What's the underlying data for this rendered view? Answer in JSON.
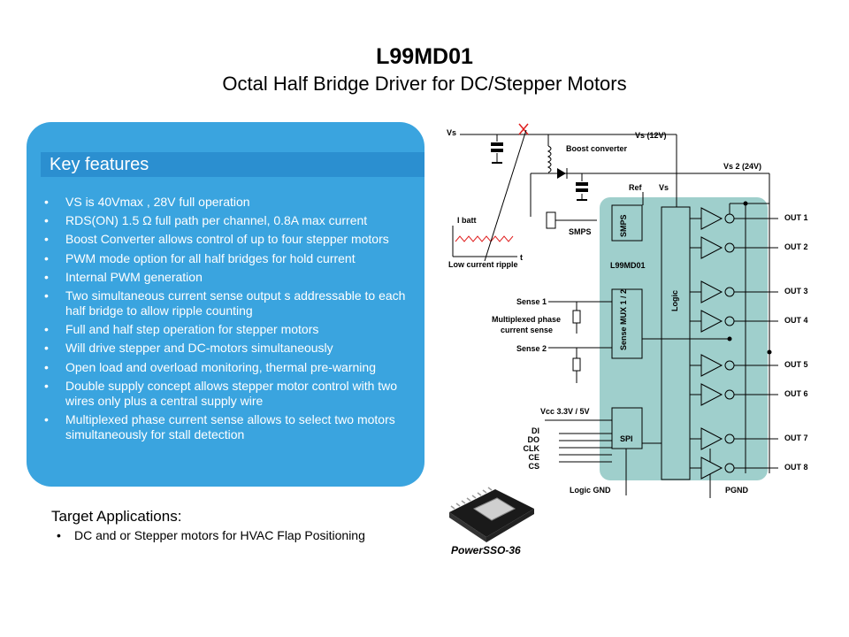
{
  "slide": {
    "title": "L99MD01",
    "subtitle": "Octal Half Bridge Driver for DC/Stepper Motors"
  },
  "features": {
    "header": "Key features",
    "items": [
      "VS is 40Vmax , 28V full operation",
      "RDS(ON) 1.5 Ω full path per channel, 0.8A max current",
      "Boost Converter allows control of up to four stepper motors",
      "PWM mode option for all half bridges for hold current",
      "Internal PWM generation",
      "Two simultaneous current sense output s addressable to each half bridge to allow ripple counting",
      "Full and half step operation for stepper motors",
      "Will drive stepper and DC-motors simultaneously",
      "Open load and overload monitoring, thermal pre-warning",
      "Double supply concept allows stepper motor control with two wires only plus a central supply wire",
      "Multiplexed  phase current sense allows to select two motors simultaneously for stall detection"
    ]
  },
  "applications": {
    "title": "Target Applications:",
    "items": [
      "DC and or Stepper motors for HVAC Flap Positioning"
    ]
  },
  "package": {
    "label": "PowerSSO-36"
  },
  "diagram": {
    "vs": "Vs",
    "vs12": "Vs (12V)",
    "vs24": "Vs 2 (24V)",
    "boost": "Boost converter",
    "ref": "Ref",
    "vs_pin": "Vs",
    "smps_ext": "SMPS",
    "smps_block": "SMPS",
    "chip": "L99MD01",
    "logic": "Logic",
    "sense_mux": "Sense MUX 1 / 2",
    "spi": "SPI",
    "ibatt": "I batt",
    "t_axis": "t",
    "ripple": "Low current ripple",
    "sense1": "Sense 1",
    "sense2": "Sense 2",
    "mux_phase": "Multiplexed phase",
    "current_sense": "current sense",
    "vcc": "Vcc 3.3V / 5V",
    "pins": [
      "DI",
      "DO",
      "CLK",
      "CE",
      "CS"
    ],
    "logic_gnd": "Logic GND",
    "pgnd": "PGND",
    "outputs": [
      "OUT 1",
      "OUT 2",
      "OUT 3",
      "OUT 4",
      "OUT 5",
      "OUT 6",
      "OUT 7",
      "OUT 8"
    ]
  },
  "colors": {
    "panel": "#3aa4df",
    "header": "#2b8fd0",
    "chip": "#9fcfcc"
  }
}
